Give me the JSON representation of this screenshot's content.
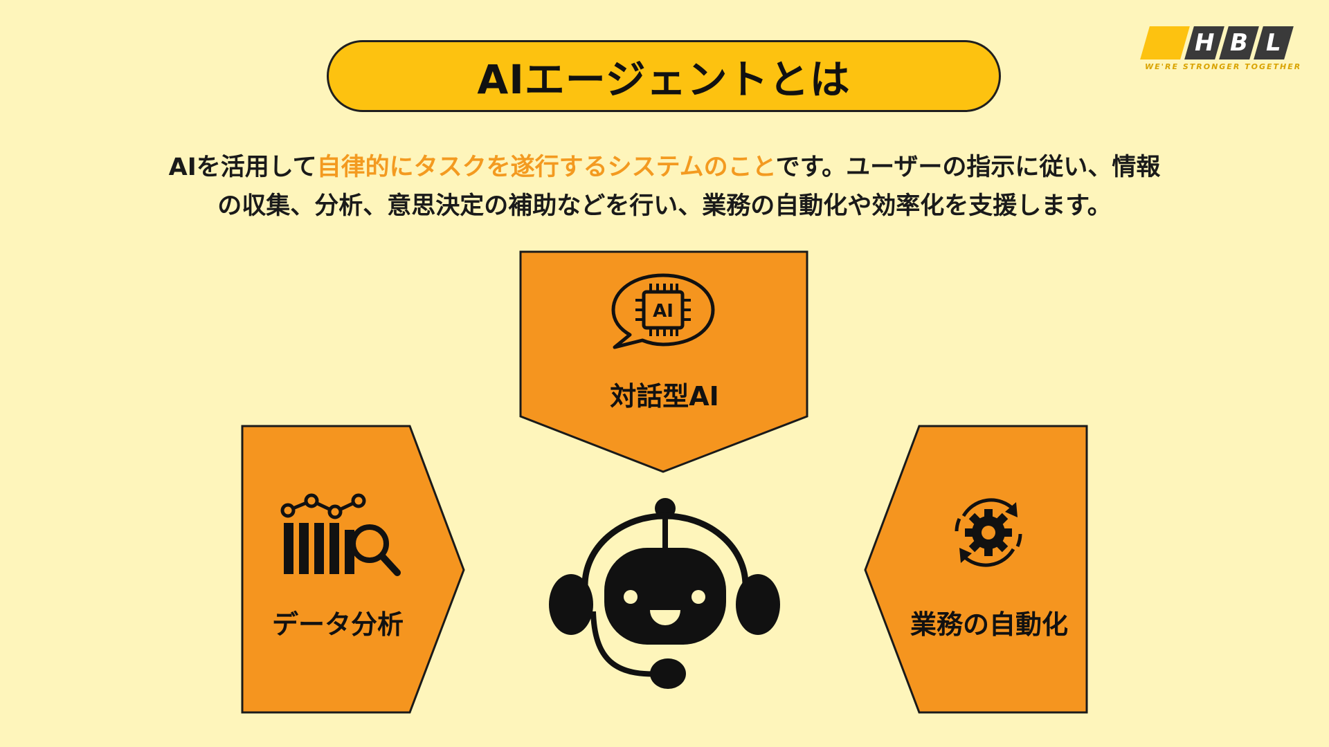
{
  "title": "AIエージェントとは",
  "logo": {
    "letters": [
      "H",
      "B",
      "L"
    ],
    "tagline": "WE'RE STRONGER TOGETHER"
  },
  "intro": {
    "line1_before": "AIを活用して",
    "line1_highlight": "自律的にタスクを遂行するシステムのこと",
    "line1_after": "です。ユーザーの指示に従い、情報",
    "line2": "の収集、分析、意思決定の補助などを行い、業務の自動化や効率化を支援します。"
  },
  "cards": {
    "top": {
      "label": "対話型AI",
      "icon": "ai-chip-speech-bubble-icon",
      "chip_text": "AI"
    },
    "left": {
      "label": "データ分析",
      "icon": "chart-magnifier-icon"
    },
    "right": {
      "label": "業務の自動化",
      "icon": "gear-cycle-icon"
    }
  },
  "center_icon": "robot-headset-icon",
  "colors": {
    "background": "#fef5bb",
    "title_pill": "#fdc210",
    "card": "#f5951f",
    "highlight_text": "#f39a20",
    "outline": "#1f1f1f"
  }
}
